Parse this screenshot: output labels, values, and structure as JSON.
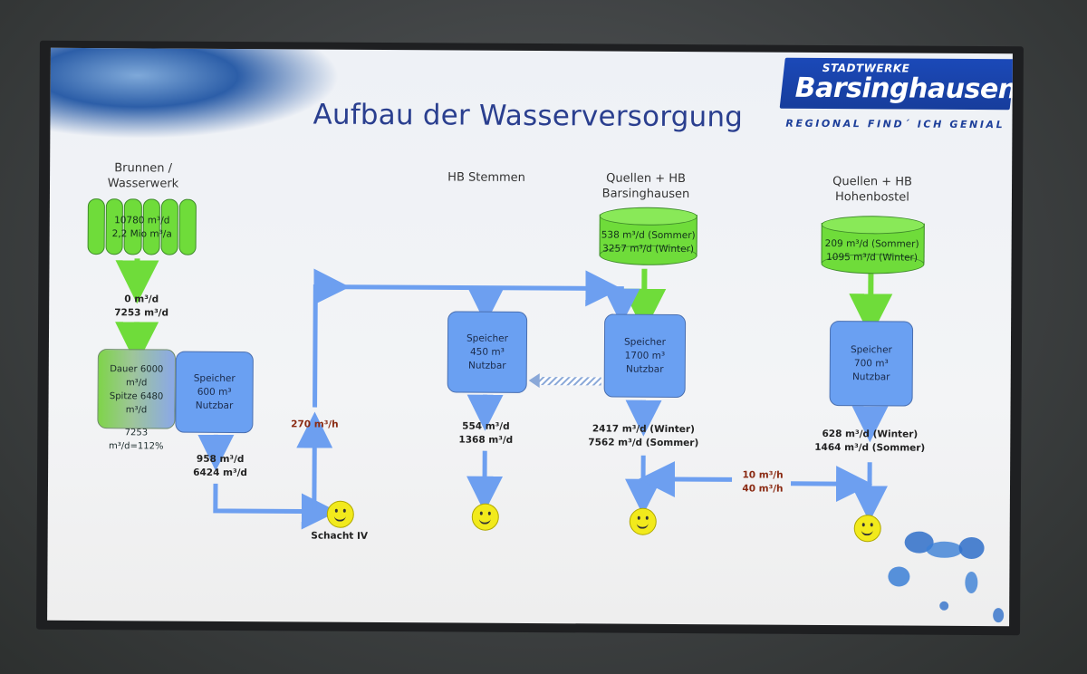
{
  "title": "Aufbau der Wasserversorgung",
  "logo": {
    "line1": "STADTWERKE",
    "line2": "Barsinghausen",
    "tagline": "REGIONAL FIND´ ICH GENIAL"
  },
  "brunnen": {
    "label_line1": "Brunnen /",
    "label_line2": "Wasserwerk",
    "value1": "10780 m³/d",
    "value2": "2,2 Mio m³/a"
  },
  "flows": {
    "brunnen_out1": "0 m³/d",
    "brunnen_out2": "7253 m³/d",
    "speicher1_out1": "958 m³/d",
    "speicher1_out2": "6424 m³/d",
    "riser": "270 m³/h",
    "stemmen_out1": "554 m³/d",
    "stemmen_out2": "1368 m³/d",
    "barsinghausen_out1": "2417 m³/d (Winter)",
    "barsinghausen_out2": "7562 m³/d (Sommer)",
    "hohenbostel_out1": "628 m³/d (Winter)",
    "hohenbostel_out2": "1464 m³/d (Sommer)",
    "transfer1": "10 m³/h",
    "transfer2": "40 m³/h"
  },
  "mix_box": {
    "line1": "Dauer 6000 m³/d",
    "line2": "Spitze 6480 m³/d",
    "line3": "7253 m³/d=112%"
  },
  "speicher_ww": {
    "line1": "Speicher",
    "line2": "600 m³",
    "line3": "Nutzbar"
  },
  "stemmen": {
    "label": "HB Stemmen",
    "line1": "Speicher",
    "line2": "450 m³",
    "line3": "Nutzbar"
  },
  "barsinghausen": {
    "label_line1": "Quellen + HB",
    "label_line2": "Barsinghausen",
    "source1": "538 m³/d (Sommer)",
    "source2": "3257 m³/d (Winter)",
    "line1": "Speicher",
    "line2": "1700 m³",
    "line3": "Nutzbar"
  },
  "hohenbostel": {
    "label_line1": "Quellen + HB",
    "label_line2": "Hohenbostel",
    "source1": "209 m³/d (Sommer)",
    "source2": "1095 m³/d (Winter)",
    "line1": "Speicher",
    "line2": "700 m³",
    "line3": "Nutzbar"
  },
  "schacht": "Schacht IV",
  "colors": {
    "pipe": "#6d9ff0",
    "green": "#6fdc3a",
    "title": "#2a3f8f",
    "logo": "#1b49b8"
  }
}
